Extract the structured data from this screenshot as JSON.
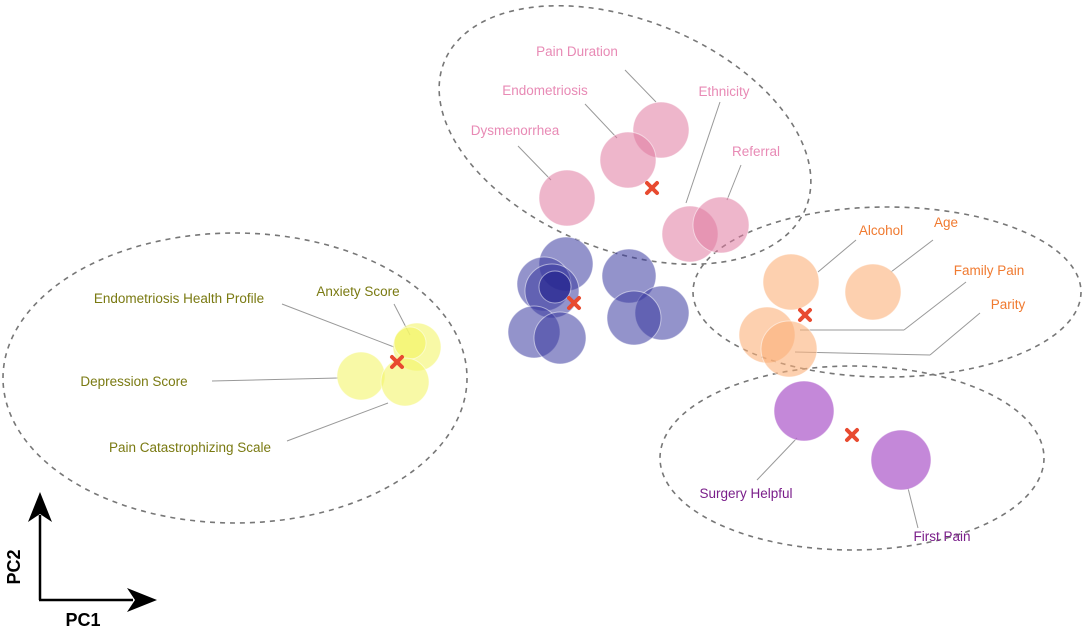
{
  "axes": {
    "x_label": "PC1",
    "y_label": "PC2"
  },
  "clusters": {
    "pink": {
      "color": "#e07aa0",
      "label_color": "#e88ab5",
      "labels": [
        "Pain Duration",
        "Endometriosis",
        "Ethnicity",
        "Dysmenorrhea",
        "Referral"
      ]
    },
    "orange": {
      "color": "#fbb07a",
      "label_color": "#f07a30",
      "labels": [
        "Alcohol",
        "Age",
        "Family Pain",
        "Parity"
      ]
    },
    "yellow": {
      "color": "#f4f56a",
      "label_color": "#7a7a12",
      "labels": [
        "Anxiety Score",
        "Endometriosis Health Profile",
        "Depression Score",
        "Pain Catastrophizing Scale"
      ]
    },
    "purple": {
      "color": "#b060cc",
      "label_color": "#7a1e8a",
      "labels": [
        "Surgery Helpful",
        "First Pain"
      ]
    },
    "blue": {
      "color": "#3a3aa0"
    }
  },
  "centroid_color": "#e84a30"
}
